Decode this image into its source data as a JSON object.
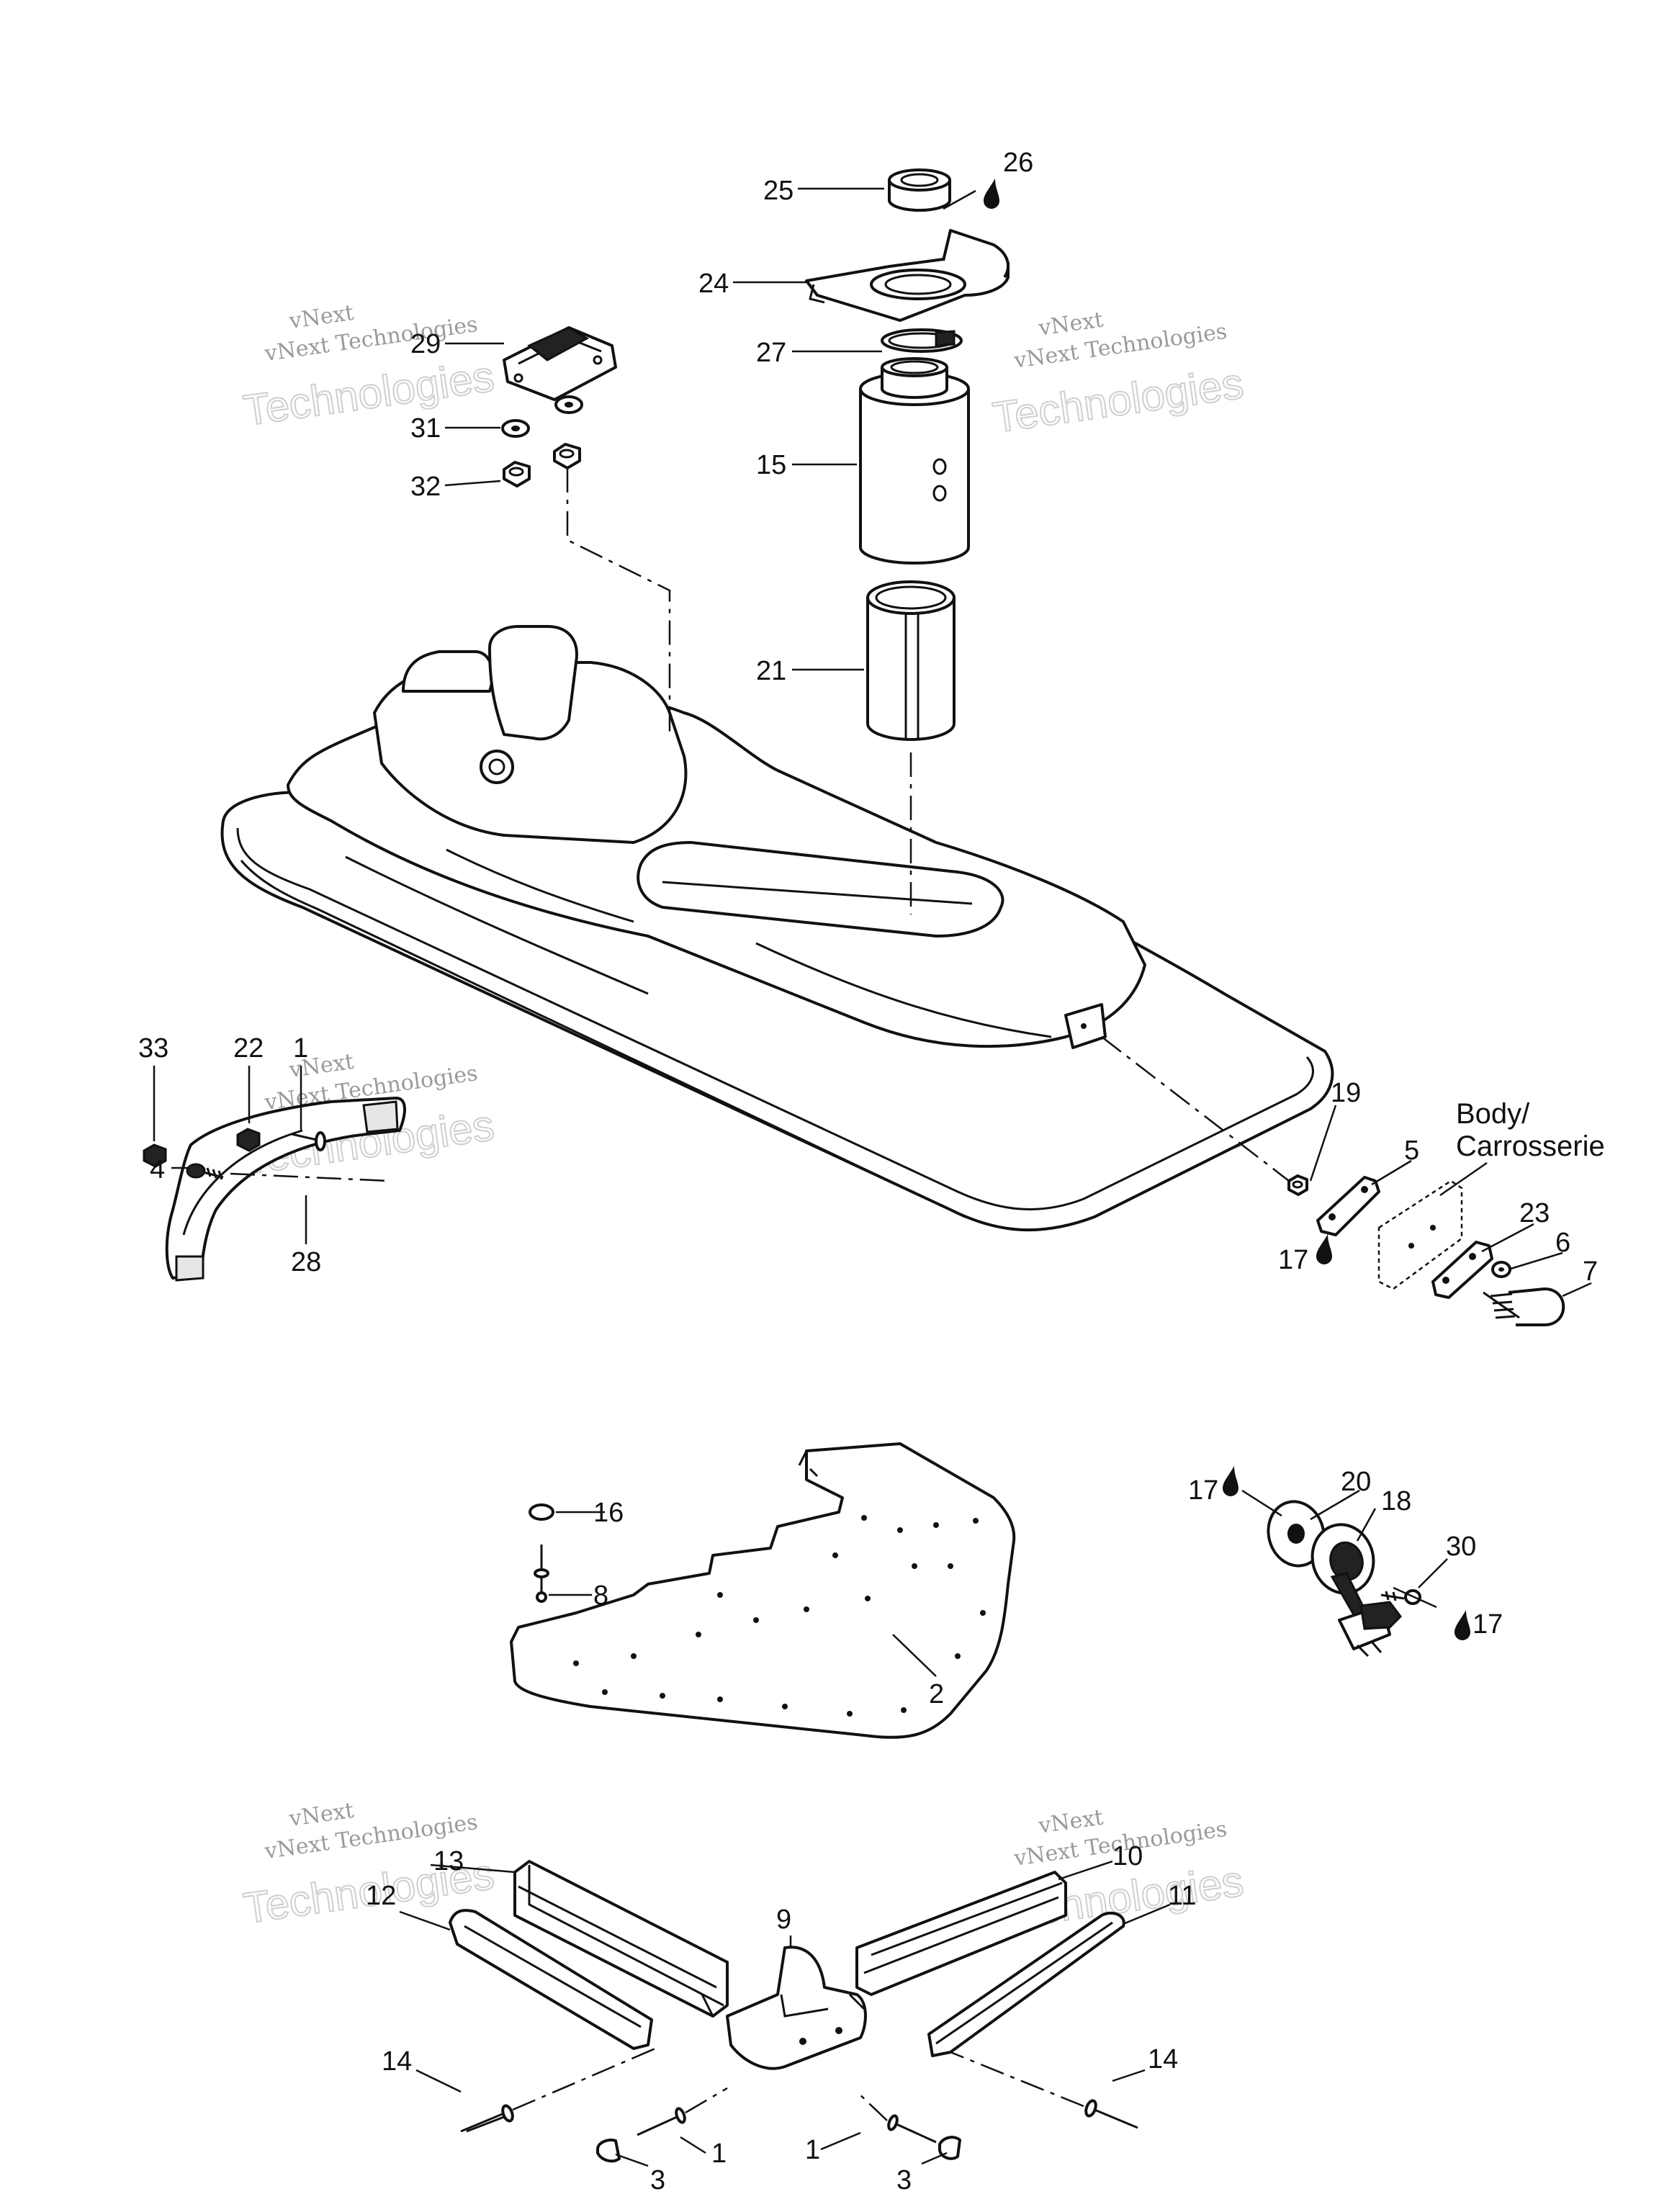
{
  "labels": {
    "p1": "1",
    "p2": "2",
    "p3": "3",
    "p4": "4",
    "p5": "5",
    "p6": "6",
    "p7": "7",
    "p8": "8",
    "p9": "9",
    "p11": "11",
    "p12": "12",
    "p14": "14",
    "p15": "15",
    "p16": "16",
    "p17": "17",
    "p18": "18",
    "p19": "19",
    "p20": "20",
    "p21": "21",
    "p22": "22",
    "p23": "23",
    "p24": "24",
    "p25": "25",
    "p26": "26",
    "p27": "27",
    "p28": "28",
    "p29": "29",
    "p30": "30",
    "p31": "31",
    "p32": "32",
    "p33": "33",
    "p10": "10",
    "p13": "13"
  },
  "body_label_line1": "Body/",
  "body_label_line2": "Carrosserie",
  "watermark": {
    "line_small_1": "vNext",
    "line_small_2": "vNext Technologies",
    "line_big": "Technologies"
  },
  "icons": {
    "sealant": "sealant-drop-icon"
  }
}
